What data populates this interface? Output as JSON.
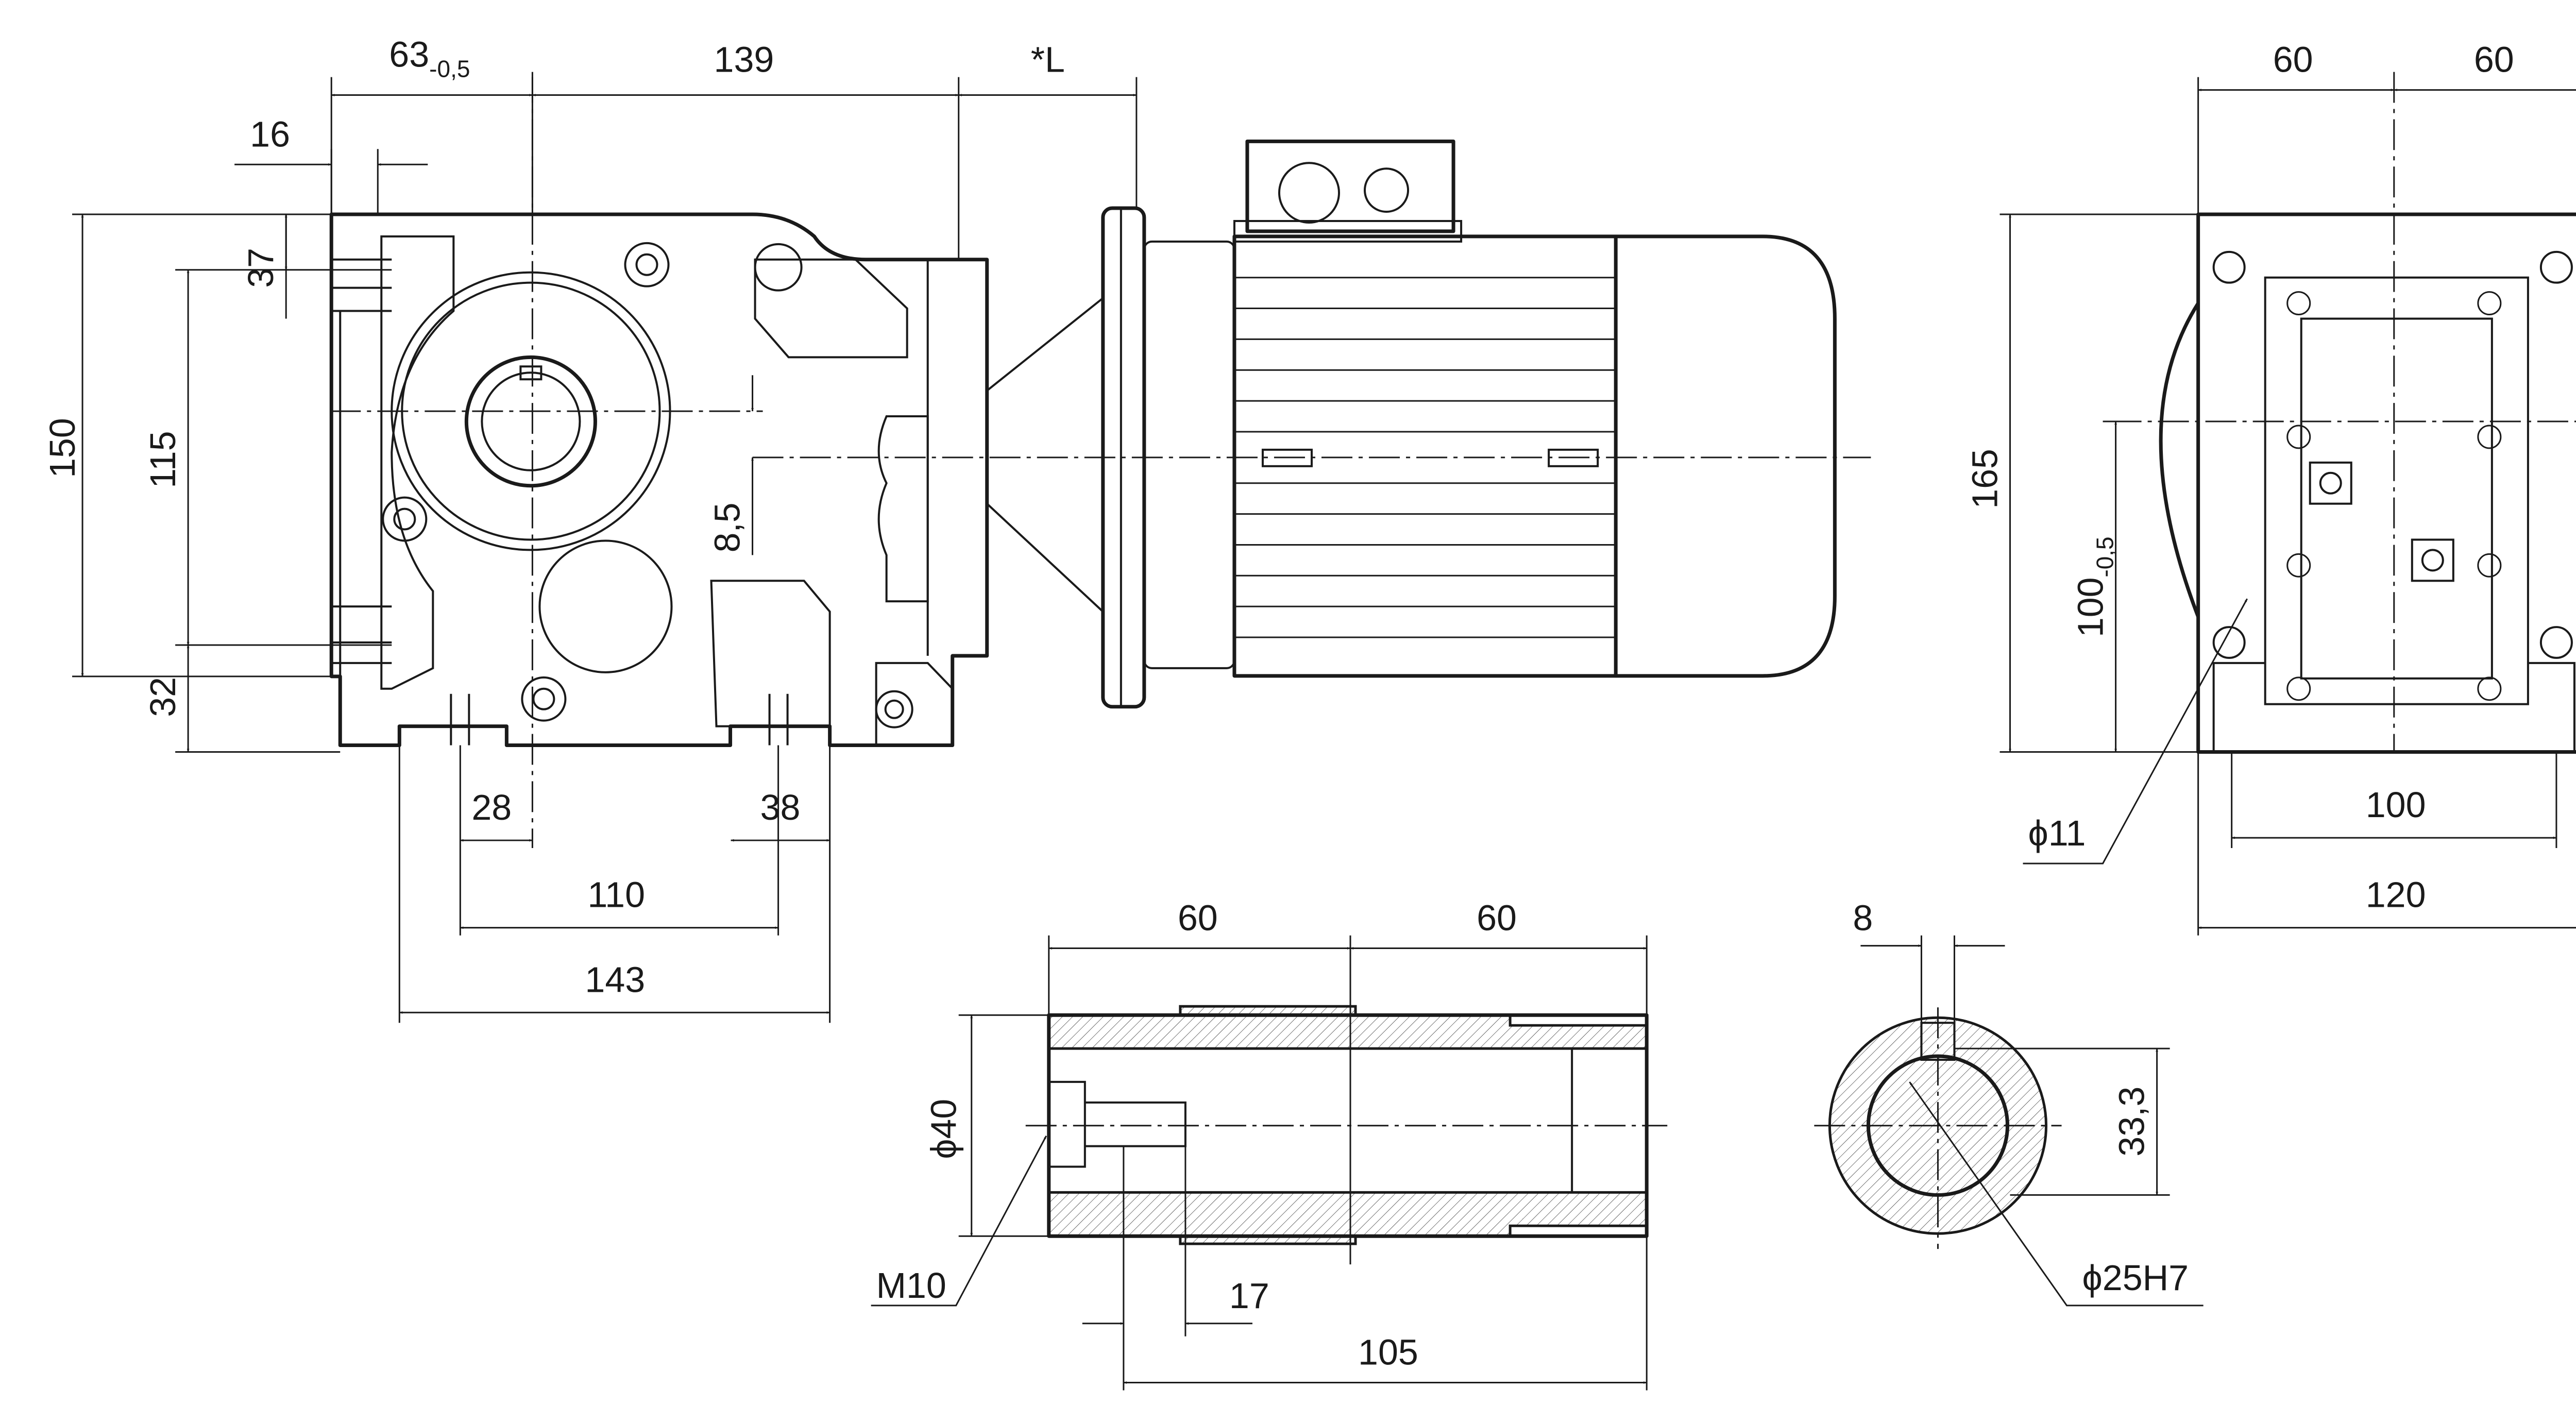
{
  "dimensions": {
    "top_63": "63",
    "top_63_tol": "-0,5",
    "top_139": "139",
    "top_L": "*L",
    "left_16": "16",
    "left_37": "37",
    "left_150": "150",
    "left_115": "115",
    "left_32": "32",
    "center_8_5": "8,5",
    "bottom_28": "28",
    "bottom_38": "38",
    "bottom_110": "110",
    "bottom_143": "143",
    "right_60a": "60",
    "right_60b": "60",
    "right_165": "165",
    "right_100": "100",
    "right_100_tol": "-0,5",
    "right_dia11": "ϕ11",
    "right_100w": "100",
    "right_120": "120",
    "shaft_60a": "60",
    "shaft_60b": "60",
    "shaft_dia40": "ϕ40",
    "shaft_M10": "M10",
    "shaft_17": "17",
    "shaft_105": "105",
    "bore_8": "8",
    "bore_33_3": "33,3",
    "bore_dia25": "ϕ25H7"
  }
}
